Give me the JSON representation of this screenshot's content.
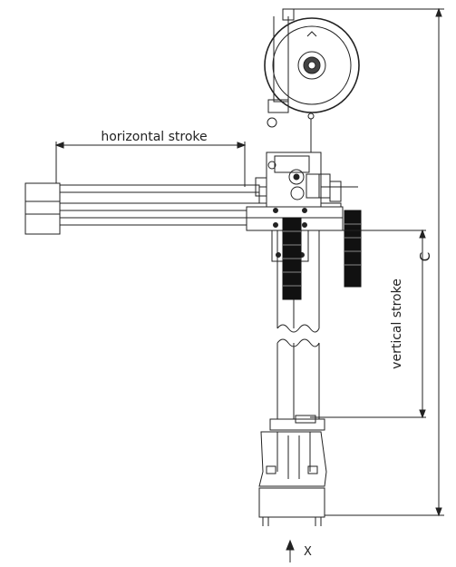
{
  "labels": {
    "horizontal_stroke": "horizontal stroke",
    "vertical_stroke": "vertical stroke",
    "dimension_c": "C",
    "view_direction": "X"
  },
  "colors": {
    "line": "#222222",
    "background": "#ffffff",
    "cable": "#111111"
  }
}
